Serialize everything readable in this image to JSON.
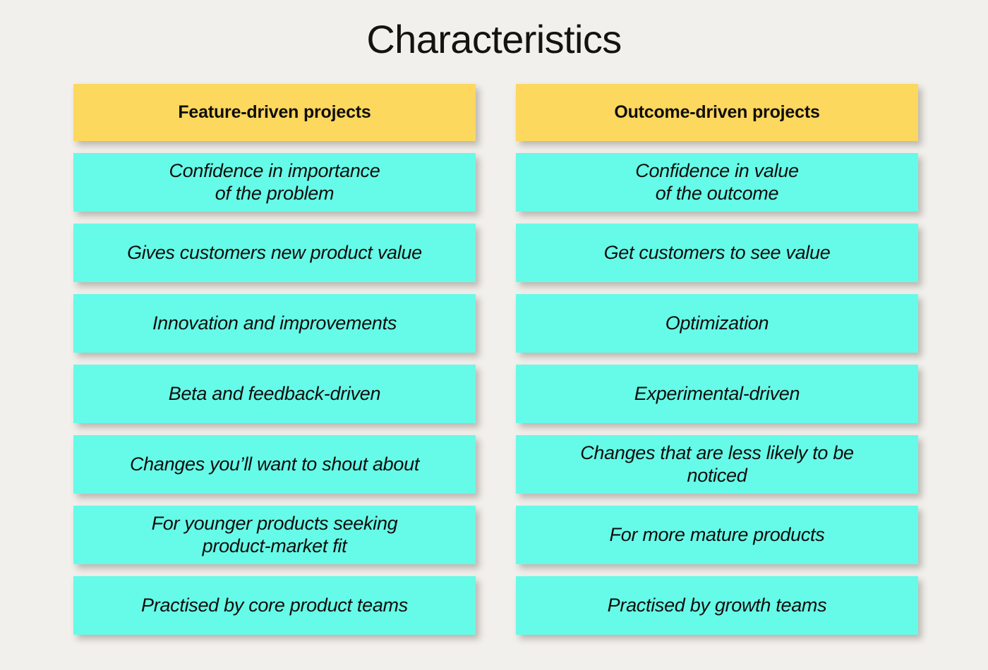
{
  "page": {
    "title": "Characteristics",
    "background_color": "#f2f0ec",
    "header_color": "#fdd85e",
    "cell_color": "#66fbe8",
    "text_color": "#100e0c"
  },
  "table": {
    "columns": [
      {
        "header": "Feature-driven projects",
        "rows": [
          "Confidence in importance\nof the problem",
          "Gives customers new product value",
          "Innovation and improvements",
          "Beta and feedback-driven",
          "Changes you’ll want to shout about",
          "For younger products seeking\nproduct-market fit",
          "Practised by core product teams"
        ]
      },
      {
        "header": "Outcome-driven projects",
        "rows": [
          "Confidence in value\nof the outcome",
          "Get customers to see value",
          "Optimization",
          "Experimental-driven",
          "Changes that are less likely to be\nnoticed",
          "For more mature products",
          "Practised by growth teams"
        ]
      }
    ]
  }
}
